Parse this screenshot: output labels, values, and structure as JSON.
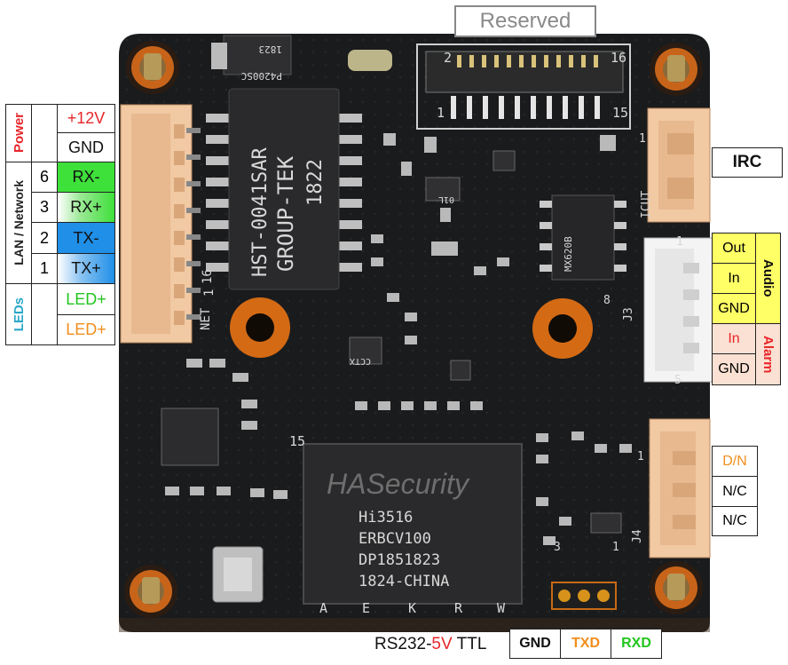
{
  "header": {
    "reserved_label": "Reserved"
  },
  "left_table": {
    "groups": {
      "power": "Power",
      "lan": "LAN / Network",
      "leds": "LEDs"
    },
    "numbers": [
      "6",
      "3",
      "2",
      "1"
    ],
    "pins": [
      "+12V",
      "GND",
      "RX-",
      "RX+",
      "TX-",
      "TX+",
      "LED+",
      "LED+"
    ]
  },
  "right_panels": {
    "irc": "IRC",
    "audio": {
      "group": "Audio",
      "pins": [
        "Out",
        "In",
        "GND"
      ]
    },
    "alarm": {
      "group": "Alarm",
      "pins": [
        "In",
        "GND"
      ]
    },
    "dn": [
      "D/N",
      "N/C",
      "N/C"
    ]
  },
  "bottom": {
    "rs232_prefix": "RS232-",
    "rs232_voltage": "5V",
    "rs232_suffix": " TTL",
    "pins": [
      "GND",
      "TXD",
      "RXD"
    ]
  },
  "board": {
    "chip_lines": [
      "Hi3516",
      "ERBCV100",
      "DP1851823",
      "1824-CHINA"
    ],
    "watermark": "HASecurity",
    "transformer_lines": [
      "HST-0041SAR",
      "GROUP-TEK",
      "1822"
    ],
    "connector_numbers": [
      "2",
      "16",
      "1",
      "15"
    ],
    "net_label": "NET",
    "net_pins": [
      "1",
      "16"
    ],
    "pin_15": "15",
    "icut_label": "ICUT",
    "j3_label": "J3",
    "j3_pin": "5",
    "j4_label": "J4",
    "one_labels": [
      "1",
      "1",
      "1",
      "1"
    ],
    "three_label": "3",
    "eight_label": "8",
    "bottom_letters": [
      "A",
      "E",
      "K",
      "R",
      "W"
    ],
    "small_marks": [
      "P4200SC",
      "1823",
      "MX620B",
      "CCTX",
      "01L"
    ]
  },
  "colors": {
    "red": "#e8262a",
    "orange": "#f18e1c",
    "green_fill": "#3ee03a",
    "blue_fill": "#1f8fe8",
    "green_text": "#22c51e",
    "cyan_text": "#2aa7c9",
    "yellow_fill": "#ffff66",
    "peach_fill": "#fbe1d3",
    "board": "#1a1b1d"
  }
}
